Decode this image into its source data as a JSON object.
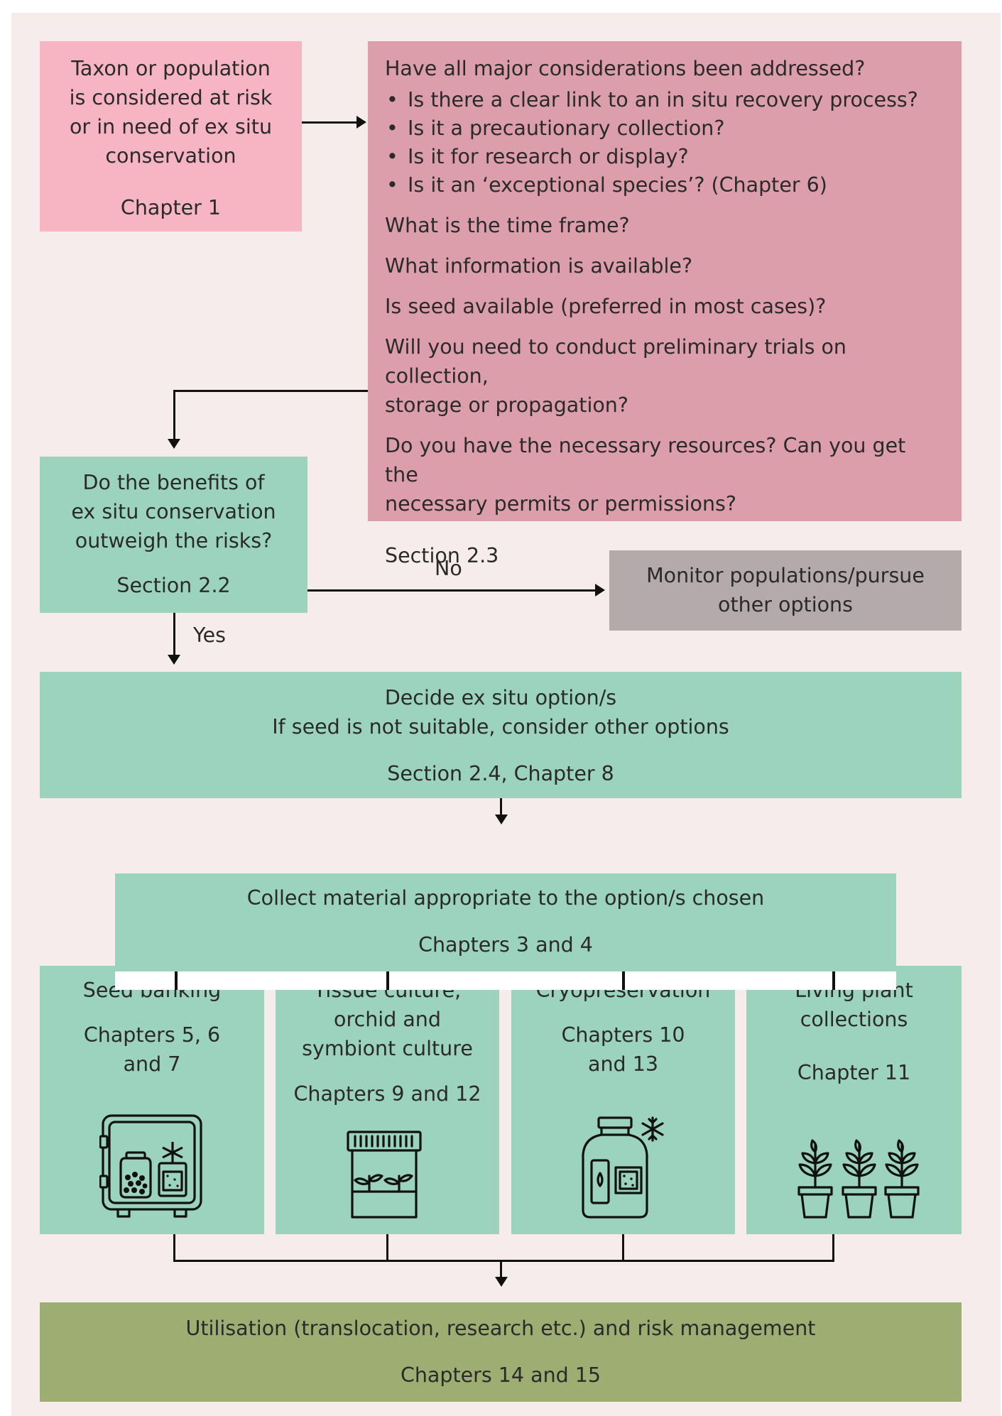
{
  "start_box": {
    "lines": [
      "Taxon or population",
      "is considered at risk",
      "or in need of ex situ",
      "conservation"
    ],
    "ref": "Chapter 1"
  },
  "considerations_box": {
    "heading": "Have all major considerations been addressed?",
    "bullets": [
      "Is there a clear link to an in situ recovery process?",
      "Is it a precautionary collection?",
      "Is it for research or display?",
      "Is it an ‘exceptional species’? (Chapter 6)"
    ],
    "questions": [
      "What is the time frame?",
      "What information is available?",
      "Is seed available (preferred in most cases)?",
      "Will you need to conduct preliminary trials on collection,",
      "storage or propagation?",
      "Do you have the necessary resources? Can you get the",
      "necessary permits or permissions?"
    ],
    "ref": "Section 2.3"
  },
  "benefits_box": {
    "lines": [
      "Do the benefits of",
      "ex situ conservation",
      "outweigh the risks?"
    ],
    "ref": "Section 2.2"
  },
  "no_label": "No",
  "yes_label": "Yes",
  "monitor_box": {
    "lines": [
      "Monitor populations/pursue",
      "other options"
    ]
  },
  "decide_box": {
    "lines": [
      "Decide ex situ option/s",
      "If seed is not suitable, consider other options"
    ],
    "ref": "Section 2.4, Chapter 8"
  },
  "collect_box": {
    "line": "Collect material appropriate to the option/s chosen",
    "ref": "Chapters 3 and 4"
  },
  "options": [
    {
      "title_lines": [
        "Seed banking"
      ],
      "ref_lines": [
        "Chapters 5, 6",
        "and 7"
      ],
      "icon": "seed-bank-safe-icon"
    },
    {
      "title_lines": [
        "Tissue culture,",
        "orchid and",
        "symbiont culture"
      ],
      "ref_lines": [
        "Chapters 9 and 12"
      ],
      "icon": "tissue-culture-jar-icon"
    },
    {
      "title_lines": [
        "Cryopreservation"
      ],
      "ref_lines": [
        "Chapters 10",
        "and 13"
      ],
      "icon": "cryo-container-icon"
    },
    {
      "title_lines": [
        "Living plant",
        "collections"
      ],
      "ref_lines": [
        "Chapter 11"
      ],
      "icon": "potted-plants-icon"
    }
  ],
  "utilisation_box": {
    "line": "Utilisation (translocation, research etc.) and risk management",
    "ref": "Chapters 14 and 15"
  },
  "colors": {
    "pink": "#f7b4c2",
    "rose": "#dd9eab",
    "green": "#9bd3bf",
    "grey": "#b4aaab",
    "olive": "#9eae72",
    "background": "#f6ecec"
  }
}
